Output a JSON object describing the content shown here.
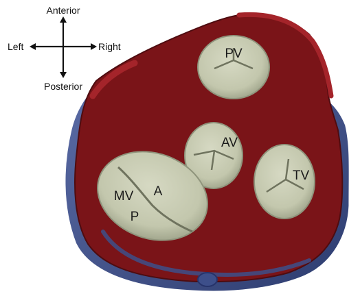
{
  "compass": {
    "anterior": "Anterior",
    "posterior": "Posterior",
    "left": "Left",
    "right": "Right"
  },
  "valves": {
    "pulmonary": "PV",
    "aortic": "AV",
    "tricuspid": "TV",
    "mitral": "MV",
    "mitral_anterior_leaflet": "A",
    "mitral_posterior_leaflet": "P"
  },
  "colors": {
    "myocardium": "#7a1418",
    "myocardium_edge": "#4e0c10",
    "vessel_blue": "#3d4f8a",
    "vessel_red": "#a4242a",
    "valve_tissue": "#c9cdb4",
    "valve_shadow": "#8f947c"
  }
}
